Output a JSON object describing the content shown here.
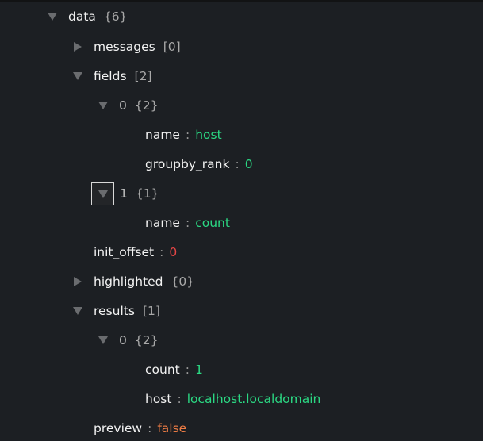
{
  "colors": {
    "background": "#1c1f23",
    "key": "#f2f2f2",
    "string_value": "#2bd883",
    "number_value": "#2bd883",
    "zero_offset_value": "#e84646",
    "boolean_value": "#ef7d45",
    "triangle": "#6a6c6f"
  },
  "tree": {
    "data": {
      "key": "data",
      "count": "{6}",
      "state": "expanded"
    },
    "messages": {
      "key": "messages",
      "count": "[0]",
      "state": "collapsed"
    },
    "fields": {
      "key": "fields",
      "count": "[2]",
      "state": "expanded"
    },
    "fields_0": {
      "key": "0",
      "count": "{2}",
      "state": "expanded"
    },
    "fields_0_name": {
      "key": "name",
      "value": "host"
    },
    "fields_0_groupby_rank": {
      "key": "groupby_rank",
      "value": "0"
    },
    "fields_1": {
      "key": "1",
      "count": "{1}",
      "state": "expanded",
      "focused": true
    },
    "fields_1_name": {
      "key": "name",
      "value": "count"
    },
    "init_offset": {
      "key": "init_offset",
      "value": "0"
    },
    "highlighted": {
      "key": "highlighted",
      "count": "{0}",
      "state": "collapsed"
    },
    "results": {
      "key": "results",
      "count": "[1]",
      "state": "expanded"
    },
    "results_0": {
      "key": "0",
      "count": "{2}",
      "state": "expanded"
    },
    "results_0_count": {
      "key": "count",
      "value": "1"
    },
    "results_0_host": {
      "key": "host",
      "value": "localhost.localdomain"
    },
    "preview": {
      "key": "preview",
      "value": "false"
    }
  },
  "separator": ":",
  "icons": {
    "expanded": "triangle-down-icon",
    "collapsed": "triangle-right-icon"
  }
}
